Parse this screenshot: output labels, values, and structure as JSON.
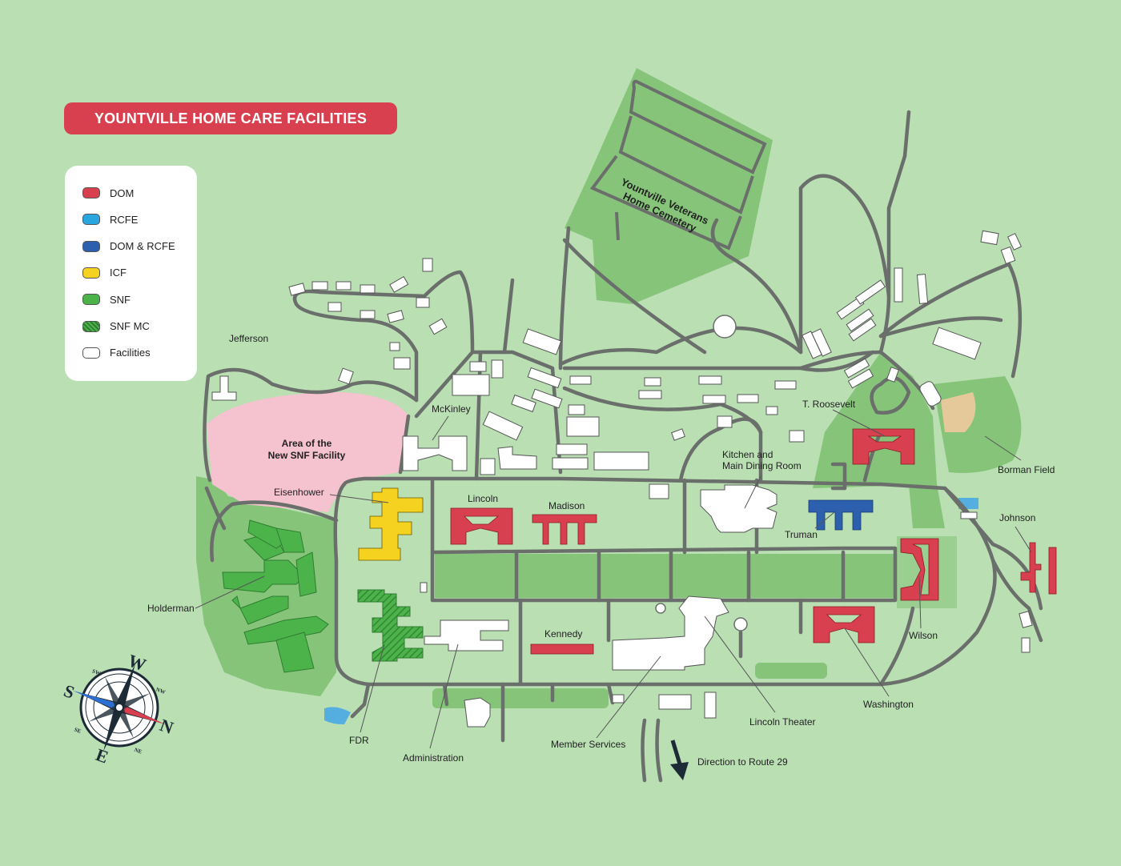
{
  "title": "YOUNTVILLE HOME CARE FACILITIES",
  "legend": [
    {
      "label": "DOM",
      "color": "#d8404f",
      "hatch": false
    },
    {
      "label": "RCFE",
      "color": "#2aa6df",
      "hatch": false
    },
    {
      "label": "DOM & RCFE",
      "color": "#2c5fae",
      "hatch": false
    },
    {
      "label": "ICF",
      "color": "#f4d21f",
      "hatch": false
    },
    {
      "label": "SNF",
      "color": "#4bb34a",
      "hatch": false
    },
    {
      "label": "SNF MC",
      "color": "#3d9e3e",
      "hatch": true
    },
    {
      "label": "Facilities",
      "color": "#ffffff",
      "hatch": false
    }
  ],
  "labels": {
    "cemetery": "Yountville Veterans\nHome Cemetery",
    "new_snf": "Area of the\nNew SNF Facility",
    "jefferson": "Jefferson",
    "mckinley": "McKinley",
    "eisenhower": "Eisenhower",
    "lincoln": "Lincoln",
    "madison": "Madison",
    "kitchen": "Kitchen and\nMain Dining Room",
    "t_roosevelt": "T. Roosevelt",
    "truman": "Truman",
    "borman": "Borman Field",
    "johnson": "Johnson",
    "holderman": "Holderman",
    "kennedy": "Kennedy",
    "wilson": "Wilson",
    "washington": "Washington",
    "lincoln_theater": "Lincoln Theater",
    "member_services": "Member Services",
    "administration": "Administration",
    "fdr": "FDR",
    "route29": "Direction to Route 29"
  },
  "compass": {
    "n": "N",
    "s": "S",
    "e": "E",
    "w": "W",
    "ne": "NE",
    "nw": "NW",
    "se": "SE",
    "sw": "SW"
  },
  "colors": {
    "background": "#b9dfb3",
    "park": "#86c47a",
    "road": "#6b6f6b",
    "dom": "#d8404f",
    "dom_rcfe": "#2c5fae",
    "icf": "#f4d21f",
    "snf": "#4bb34a",
    "new_snf_area": "#f5c2d0",
    "title_bg": "#d8404f"
  }
}
